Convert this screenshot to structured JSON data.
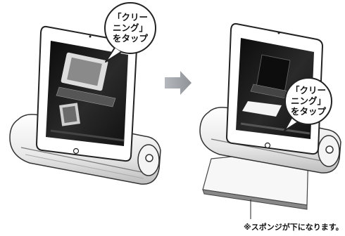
{
  "left_panel": {
    "callout": "「クリー\nニング」\nをタップ"
  },
  "right_panel": {
    "callout": "「クリー\nニング」\nをタップ"
  },
  "arrow": {
    "direction": "right",
    "color": "#9a9ea2"
  },
  "note": "※スポンジが下になります。",
  "colors": {
    "device_body": "#f2f2f2",
    "device_outline": "#333333",
    "screen_dark": "#1c1c1c",
    "sponge": "#888888"
  }
}
